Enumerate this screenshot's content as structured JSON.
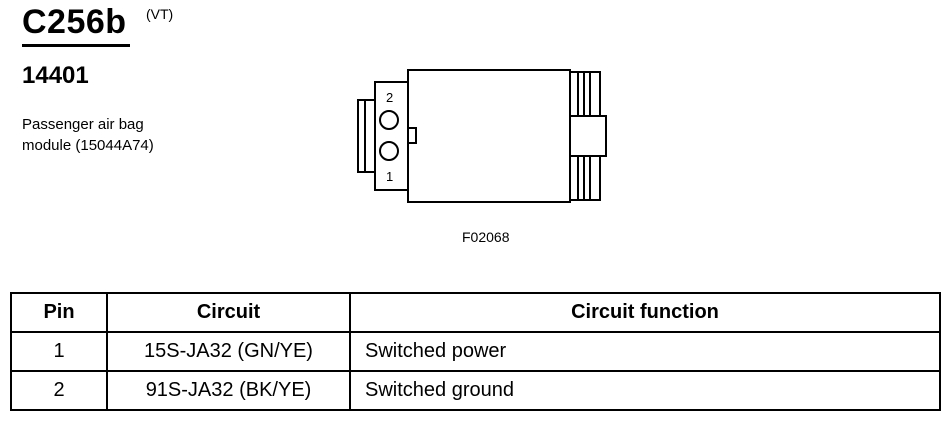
{
  "header": {
    "connector_id": "C256b",
    "connector_suffix": "(VT)",
    "part_number": "14401",
    "description_lines": [
      "Passenger air bag",
      "module (15044A74)"
    ]
  },
  "figure": {
    "pin_labels": [
      "2",
      "1"
    ],
    "code": "F02068"
  },
  "table": {
    "headers": {
      "pin": "Pin",
      "circuit": "Circuit",
      "function": "Circuit function"
    },
    "rows": [
      {
        "pin": "1",
        "circuit": "15S-JA32 (GN/YE)",
        "function": "Switched power"
      },
      {
        "pin": "2",
        "circuit": "91S-JA32 (BK/YE)",
        "function": "Switched ground"
      }
    ]
  }
}
